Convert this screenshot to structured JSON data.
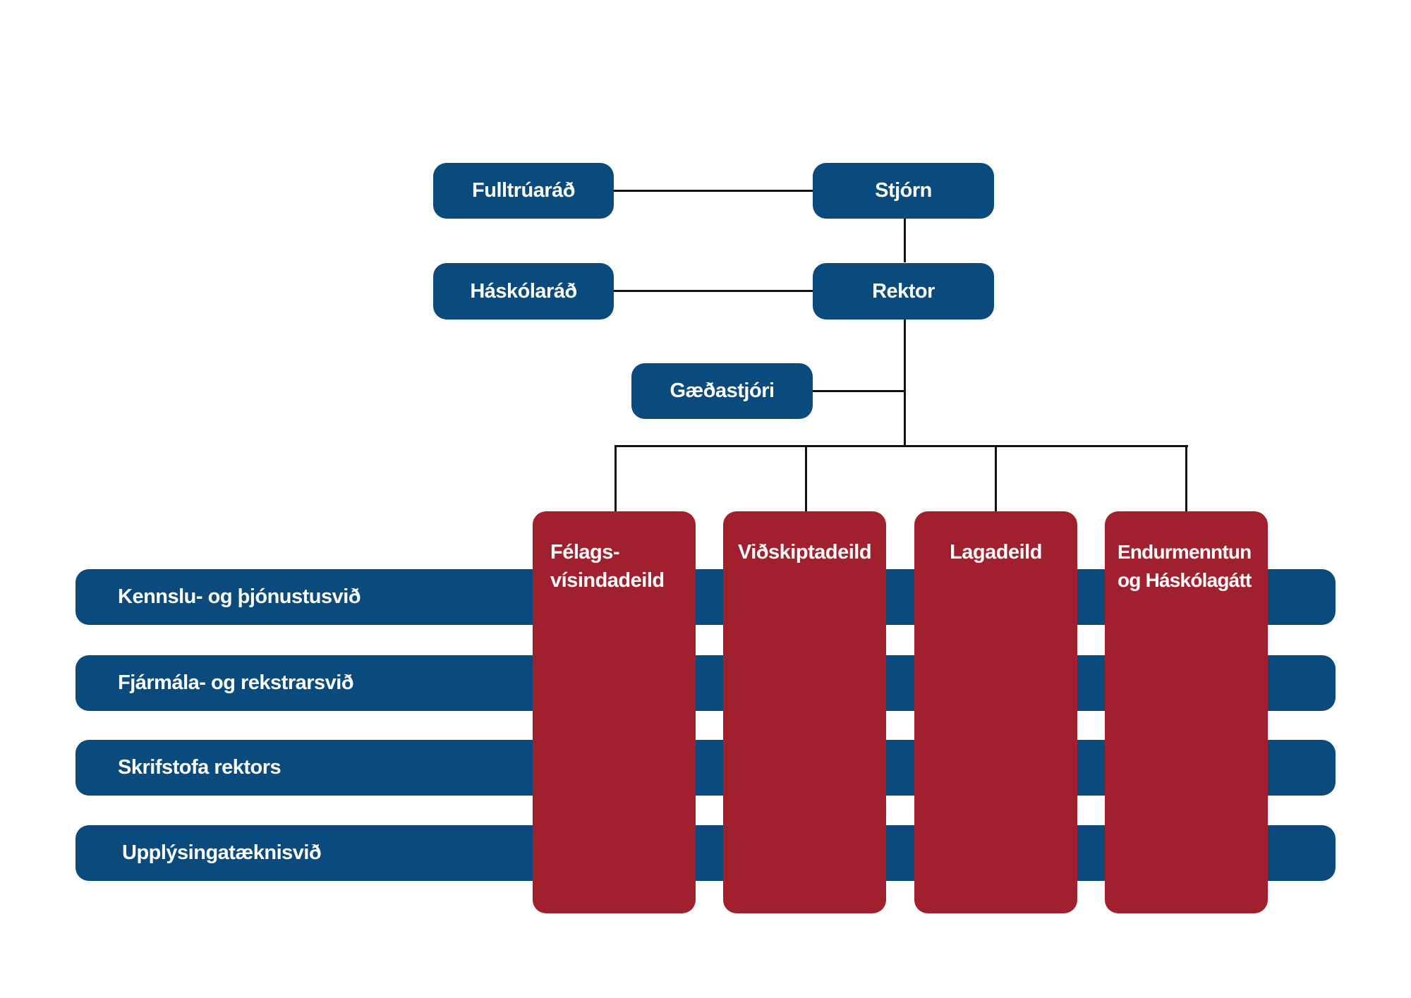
{
  "governance": {
    "fulltruarad": "Fulltrúaráð",
    "stjorn": "Stjórn",
    "haskolarad": "Háskólaráð",
    "rektor": "Rektor",
    "gaedastjori": "Gæðastjóri"
  },
  "divisions": [
    "Kennslu- og þjónustusvið",
    "Fjármála- og rekstrarsvið",
    "Skrifstofa rektors",
    "Upplýsingatæknisvið"
  ],
  "departments": [
    "Félags-\nvísindadeild",
    "Viðskiptadeild",
    "Lagadeild",
    "Endurmenntun\nog Háskólagátt"
  ],
  "colors": {
    "blue": "#0a4a7c",
    "red": "#a0212d",
    "line": "#111111"
  }
}
